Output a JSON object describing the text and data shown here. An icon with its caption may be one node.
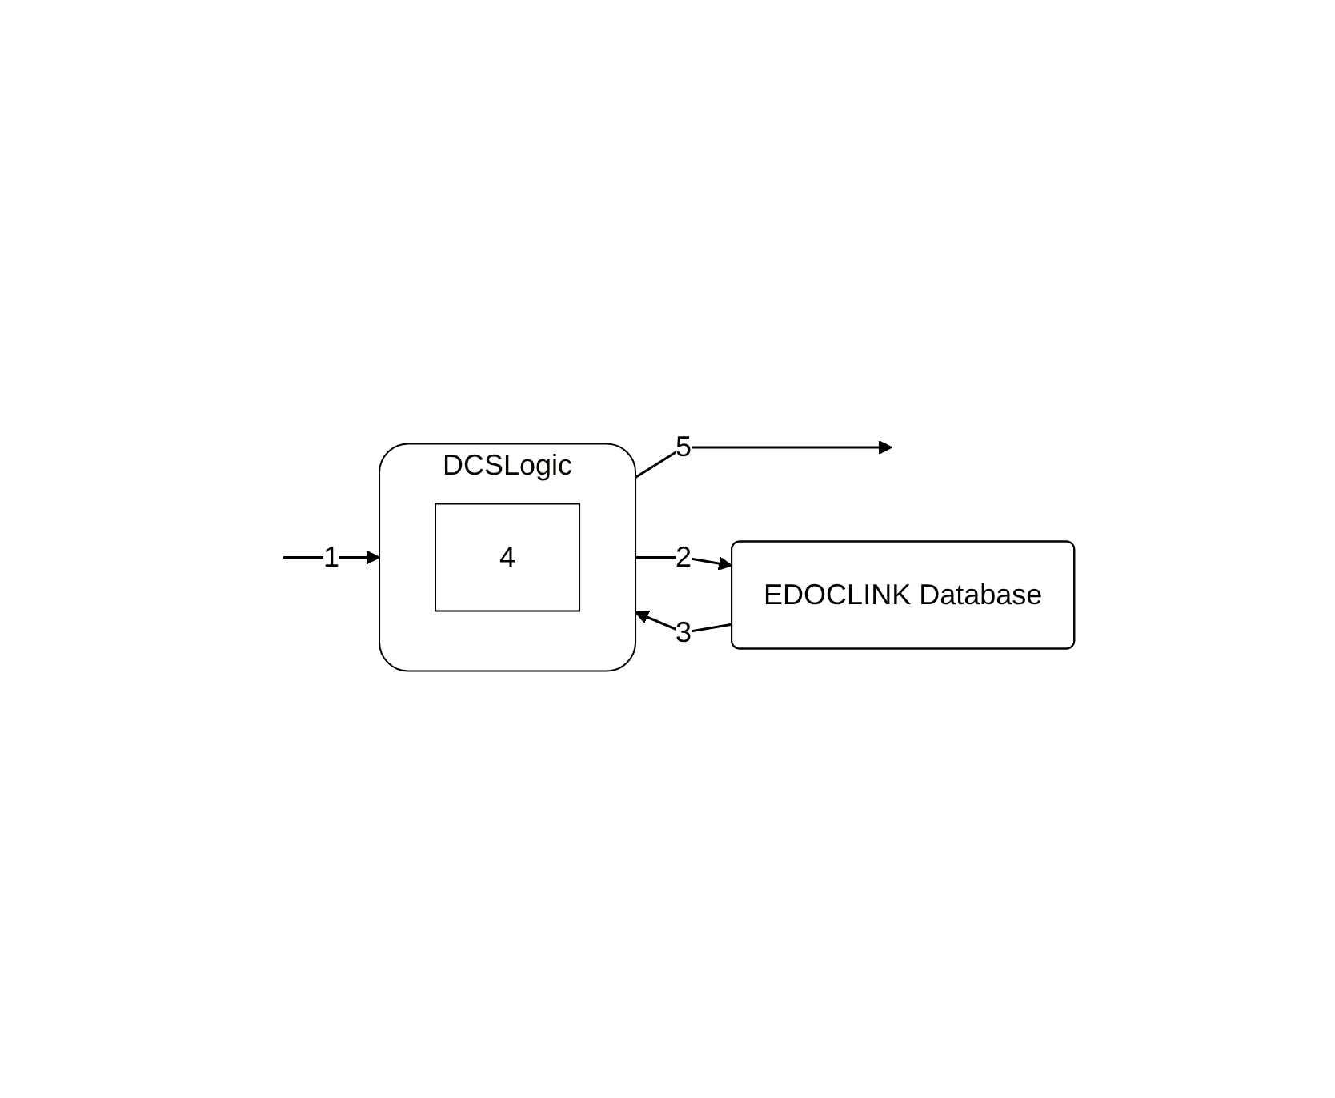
{
  "diagram": {
    "nodes": [
      {
        "text": [
          "DCSLogic"
        ]
      },
      {
        "text": [
          "4"
        ],
        "in": 0
      },
      {
        "text": [
          "EDOCLINK Database"
        ]
      }
    ],
    "edges": [
      {
        "from": null,
        "to": 0,
        "arrow": "to",
        "label": "1"
      },
      {
        "from": 0,
        "to": null,
        "arrow": "to",
        "label": "5"
      },
      {
        "from": 0,
        "to": 2,
        "arrow": "to",
        "label": "2"
      },
      {
        "from": 2,
        "to": 0,
        "arrow": "to",
        "label": "3"
      }
    ]
  }
}
